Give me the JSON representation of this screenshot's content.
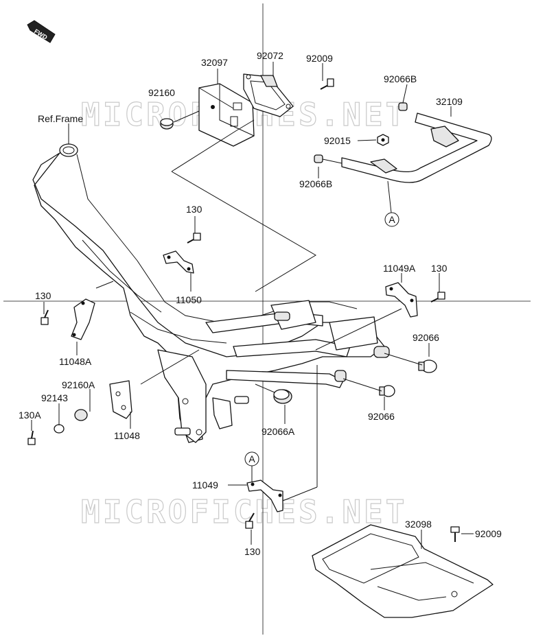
{
  "watermark": "MICROFICHES.NET",
  "direction_label": "FWD",
  "ref_frame_label": "Ref.Frame",
  "callout_letter": "A",
  "labels": {
    "p32097": "32097",
    "p92072": "92072",
    "p92009_top": "92009",
    "p92160": "92160",
    "p92066B_top": "92066B",
    "p32109": "32109",
    "p92015": "92015",
    "p92066B_bot": "92066B",
    "p130_mid": "130",
    "p11050": "11050",
    "p11049A": "11049A",
    "p130_right": "130",
    "p130_left": "130",
    "p11048A": "11048A",
    "p92066_a": "92066",
    "p92160A": "92160A",
    "p92143": "92143",
    "p130A": "130A",
    "p11048": "11048",
    "p92066A": "92066A",
    "p92066_b": "92066",
    "p11049": "11049",
    "p130_bot": "130",
    "p32098": "32098",
    "p92009_bot": "92009"
  }
}
